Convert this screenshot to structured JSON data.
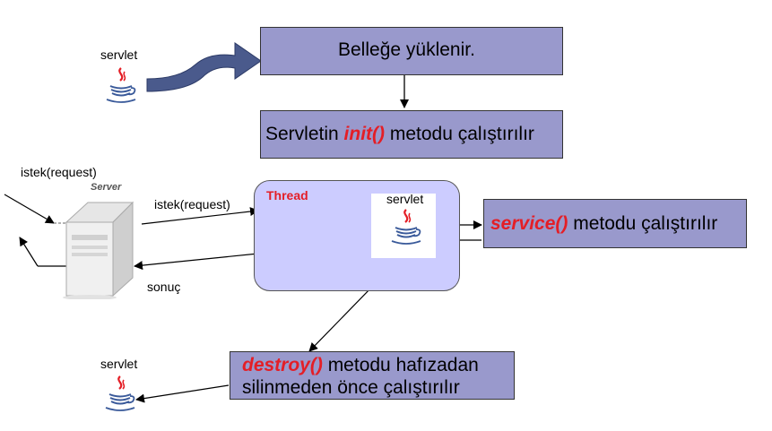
{
  "steps": {
    "load": "Belleğe yüklenir.",
    "init_prefix": "Servletin ",
    "init_method": "init()",
    "init_suffix": " metodu çalıştırılır",
    "service_method": "service()",
    "service_suffix": " metodu çalıştırılır",
    "destroy_method": "destroy()",
    "destroy_suffix": " metodu hafızadan",
    "destroy_line2": "silinmeden önce çalıştırılır"
  },
  "labels": {
    "servlet_top": "servlet",
    "servlet_thread": "servlet",
    "servlet_bottom": "servlet",
    "thread": "Thread",
    "server": "Server",
    "request_left": "istek(request)",
    "request_mid": "istek(request)",
    "result": "sonuç"
  },
  "colors": {
    "box_fill": "#9999cc",
    "thread_fill": "#ccccff",
    "highlight": "#e41e26",
    "curved_arrow": "#4a5a8c"
  },
  "icons": [
    "java-cup-icon",
    "server-icon"
  ]
}
